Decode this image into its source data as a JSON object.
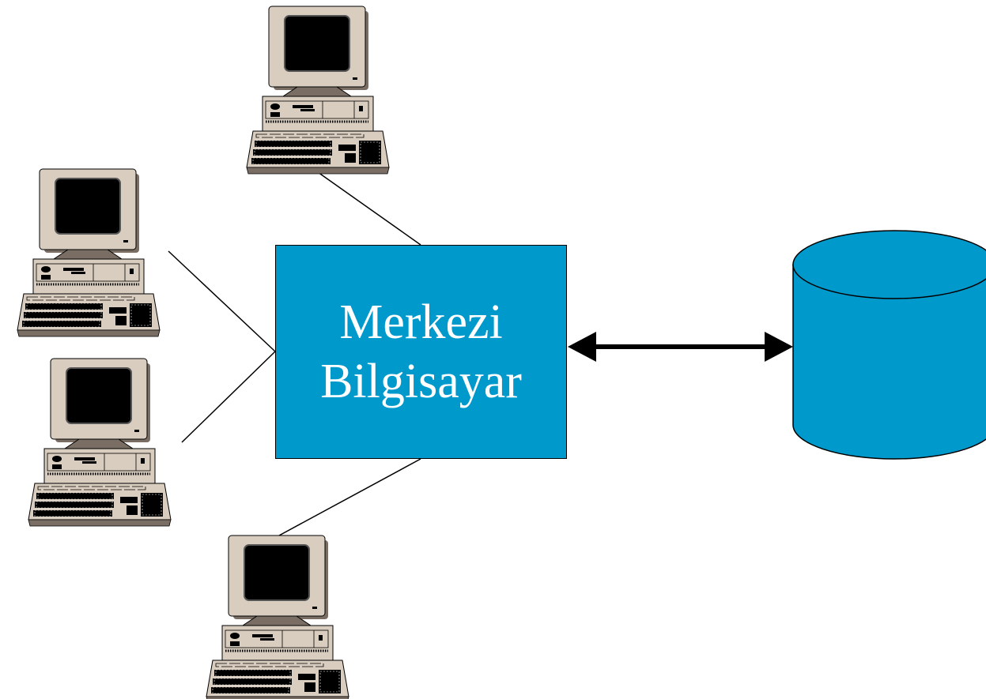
{
  "central": {
    "line1": "Merkezi",
    "line2": "Bilgisayar"
  },
  "colors": {
    "box_fill": "#0099cc",
    "database_fill": "#0099cc",
    "terminal_case": "#d9cdbf",
    "terminal_shadow": "#7a6e64",
    "screen": "#000000",
    "outline": "#000000"
  },
  "terminals": [
    {
      "name": "terminal-top",
      "icon": "desktop-computer-icon"
    },
    {
      "name": "terminal-upper-left",
      "icon": "desktop-computer-icon"
    },
    {
      "name": "terminal-lower-left",
      "icon": "desktop-computer-icon"
    },
    {
      "name": "terminal-bottom",
      "icon": "desktop-computer-icon"
    }
  ],
  "database": {
    "icon": "database-cylinder-icon"
  },
  "connector": {
    "icon": "double-arrow-icon"
  }
}
